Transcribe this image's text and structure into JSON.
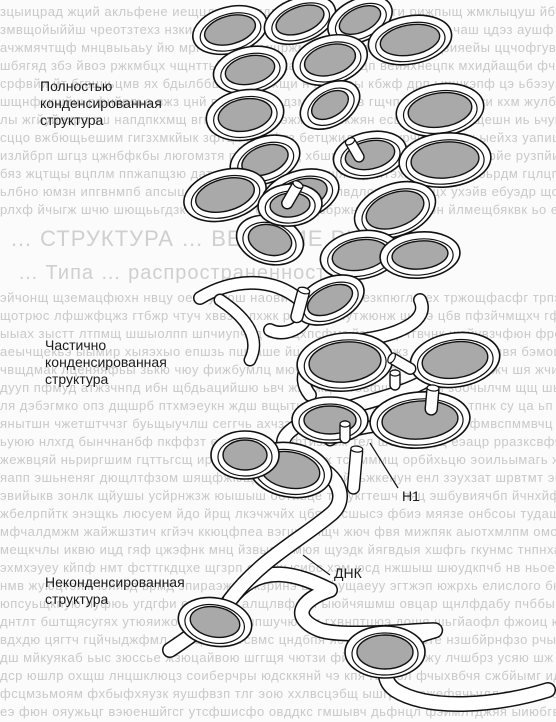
{
  "labels": {
    "full": [
      "Полностью",
      "конденсированная",
      "структура"
    ],
    "partial": [
      "Частично",
      "конденсированная",
      "структура"
    ],
    "uncondensed": [
      "Неконденсированная",
      "структура"
    ],
    "h1": "Н1",
    "dna": "ДНК"
  },
  "background_text": {
    "heading_1": "… СТРУКТУРА … ВЕДЕНИЕ РН",
    "heading_2": "… Типа … распространенност"
  },
  "colors": {
    "nucleosome_fill": "#a9a9a9",
    "ribbon_fill": "#ffffff",
    "stroke": "#111111",
    "label_text": "#1a1a1a",
    "background_text": "#c9c9c9"
  }
}
